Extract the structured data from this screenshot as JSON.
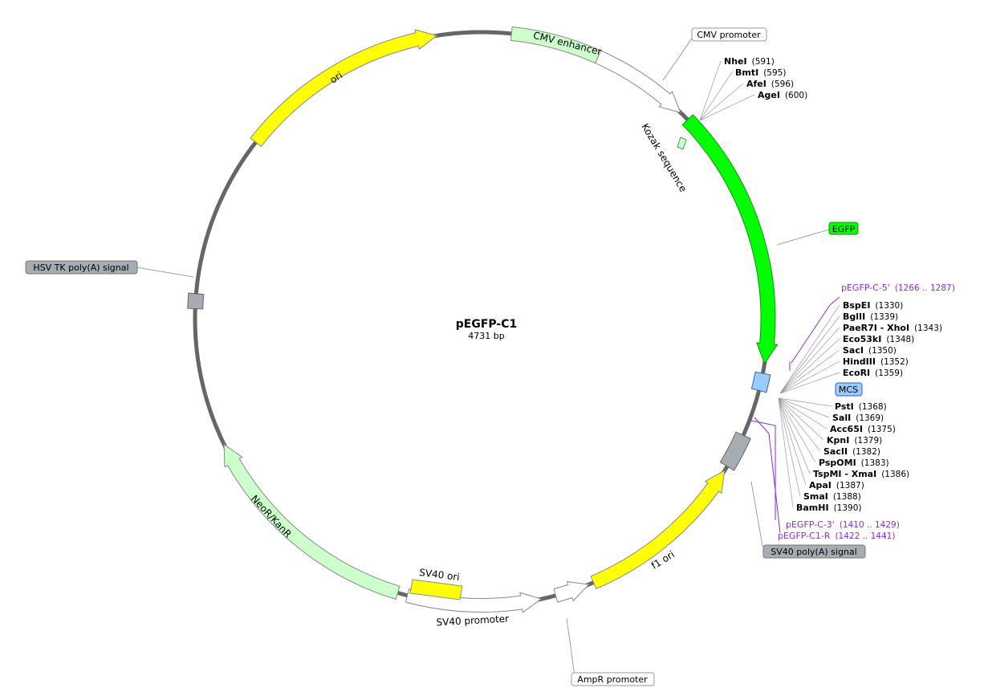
{
  "plasmid": {
    "name": "pEGFP-C1",
    "length": "4731 bp"
  },
  "features": {
    "ori": "ori",
    "cmv_enhancer": "CMV enhancer",
    "cmv_promoter": "CMV promoter",
    "kozak": "Kozak sequence",
    "egfp": "EGFP",
    "mcs": "MCS",
    "sv40_polya": "SV40 poly(A) signal",
    "f1_ori": "f1 ori",
    "ampr_promoter": "AmpR promoter",
    "sv40_promoter": "SV40 promoter",
    "sv40_ori": "SV40 ori",
    "neor_kanr": "NeoR/KanR",
    "hsv_tk_polya": "HSV TK poly(A) signal"
  },
  "colors": {
    "yellow": "#ffff00",
    "light_green": "#ccffcc",
    "bright_green": "#00ff00",
    "blue": "#99ccff",
    "gray": "#a6a6a6",
    "backbone": "#666666",
    "primer": "#8a2be2"
  },
  "sites_top": [
    {
      "name": "NheI",
      "pos": "(591)"
    },
    {
      "name": "BmtI",
      "pos": "(595)"
    },
    {
      "name": "AfeI",
      "pos": "(596)"
    },
    {
      "name": "AgeI",
      "pos": "(600)"
    }
  ],
  "primer_5": {
    "name": "pEGFP-C-5'",
    "pos": "(1266 .. 1287)"
  },
  "sites_mcs_upper": [
    {
      "name": "BspEI",
      "pos": "(1330)"
    },
    {
      "name": "BglII",
      "pos": "(1339)"
    },
    {
      "name": "PaeR7I - XhoI",
      "pos": "(1343)"
    },
    {
      "name": "Eco53kI",
      "pos": "(1348)"
    },
    {
      "name": "SacI",
      "pos": "(1350)"
    },
    {
      "name": "HindIII",
      "pos": "(1352)"
    },
    {
      "name": "EcoRI",
      "pos": "(1359)"
    }
  ],
  "sites_mcs_lower": [
    {
      "name": "PstI",
      "pos": "(1368)"
    },
    {
      "name": "SalI",
      "pos": "(1369)"
    },
    {
      "name": "Acc65I",
      "pos": "(1375)"
    },
    {
      "name": "KpnI",
      "pos": "(1379)"
    },
    {
      "name": "SacII",
      "pos": "(1382)"
    },
    {
      "name": "PspOMI",
      "pos": "(1383)"
    },
    {
      "name": "TspMI - XmaI",
      "pos": "(1386)"
    },
    {
      "name": "ApaI",
      "pos": "(1387)"
    },
    {
      "name": "SmaI",
      "pos": "(1388)"
    },
    {
      "name": "BamHI",
      "pos": "(1390)"
    }
  ],
  "primers_3": [
    {
      "name": "pEGFP-C-3'",
      "pos": "(1410 .. 1429)"
    },
    {
      "name": "pEGFP-C1-R",
      "pos": "(1422 .. 1441)"
    }
  ]
}
